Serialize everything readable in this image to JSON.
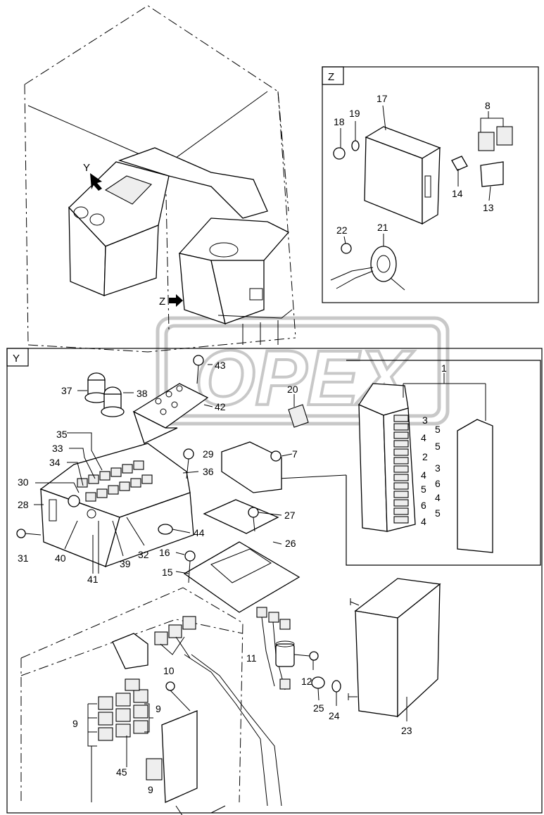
{
  "watermark": "OPEX",
  "views": {
    "z": {
      "label": "Z"
    },
    "y": {
      "label": "Y"
    }
  },
  "arrows": {
    "y": "Y",
    "z": "Z"
  },
  "callouts": [
    {
      "id": "c1",
      "text": "1"
    },
    {
      "id": "c2",
      "text": "2"
    },
    {
      "id": "c3a",
      "text": "3"
    },
    {
      "id": "c3b",
      "text": "3"
    },
    {
      "id": "c4a",
      "text": "4"
    },
    {
      "id": "c4b",
      "text": "4"
    },
    {
      "id": "c4c",
      "text": "4"
    },
    {
      "id": "c4d",
      "text": "4"
    },
    {
      "id": "c5a",
      "text": "5"
    },
    {
      "id": "c5b",
      "text": "5"
    },
    {
      "id": "c5c",
      "text": "5"
    },
    {
      "id": "c5d",
      "text": "5"
    },
    {
      "id": "c6a",
      "text": "6"
    },
    {
      "id": "c6b",
      "text": "6"
    },
    {
      "id": "c7",
      "text": "7"
    },
    {
      "id": "c8",
      "text": "8"
    },
    {
      "id": "c9a",
      "text": "9"
    },
    {
      "id": "c9b",
      "text": "9"
    },
    {
      "id": "c9c",
      "text": "9"
    },
    {
      "id": "c10",
      "text": "10"
    },
    {
      "id": "c11",
      "text": "11"
    },
    {
      "id": "c12",
      "text": "12"
    },
    {
      "id": "c13",
      "text": "13"
    },
    {
      "id": "c14",
      "text": "14"
    },
    {
      "id": "c15",
      "text": "15"
    },
    {
      "id": "c16",
      "text": "16"
    },
    {
      "id": "c17",
      "text": "17"
    },
    {
      "id": "c18",
      "text": "18"
    },
    {
      "id": "c19",
      "text": "19"
    },
    {
      "id": "c20",
      "text": "20"
    },
    {
      "id": "c21",
      "text": "21"
    },
    {
      "id": "c22",
      "text": "22"
    },
    {
      "id": "c23",
      "text": "23"
    },
    {
      "id": "c24",
      "text": "24"
    },
    {
      "id": "c25",
      "text": "25"
    },
    {
      "id": "c26",
      "text": "26"
    },
    {
      "id": "c27",
      "text": "27"
    },
    {
      "id": "c28",
      "text": "28"
    },
    {
      "id": "c29",
      "text": "29"
    },
    {
      "id": "c30",
      "text": "30"
    },
    {
      "id": "c31",
      "text": "31"
    },
    {
      "id": "c32",
      "text": "32"
    },
    {
      "id": "c33",
      "text": "33"
    },
    {
      "id": "c34",
      "text": "34"
    },
    {
      "id": "c35",
      "text": "35"
    },
    {
      "id": "c36",
      "text": "36"
    },
    {
      "id": "c37",
      "text": "37"
    },
    {
      "id": "c38",
      "text": "38"
    },
    {
      "id": "c39",
      "text": "39"
    },
    {
      "id": "c40",
      "text": "40"
    },
    {
      "id": "c41",
      "text": "41"
    },
    {
      "id": "c42",
      "text": "42"
    },
    {
      "id": "c43",
      "text": "43"
    },
    {
      "id": "c44",
      "text": "44"
    },
    {
      "id": "c45",
      "text": "45"
    }
  ]
}
